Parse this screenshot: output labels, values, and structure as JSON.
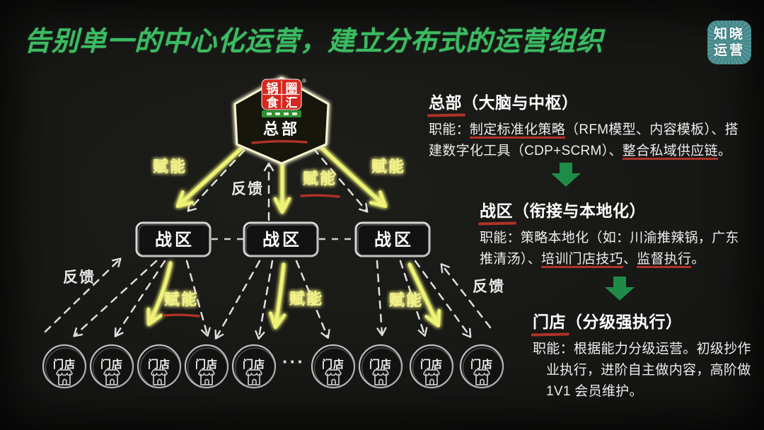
{
  "header": {
    "title": "告别单一的中心化运营，建立分布式的运营组织",
    "badge": {
      "line1": "知晓",
      "line2": "运营"
    }
  },
  "diagram": {
    "hq_label": "总部",
    "brand": {
      "chars": [
        "锅",
        "圈",
        "食",
        "汇"
      ],
      "registered": "®"
    },
    "zones": [
      "战区",
      "战区",
      "战区"
    ],
    "stores": [
      "门店",
      "门店",
      "门店",
      "门店",
      "门店",
      "门店",
      "门店",
      "门店",
      "门店"
    ],
    "ellipsis": "···",
    "labels": {
      "empower": "赋能",
      "feedback": "反馈"
    }
  },
  "panel": {
    "blocks": [
      {
        "term": "总部",
        "rest": "（大脑与中枢）",
        "body": [
          {
            "t": "职能：",
            "u": false
          },
          {
            "t": "制定标准化策略",
            "u": true
          },
          {
            "t": "（RFM模型、内容模板）、搭建数字化工具（CDP+SCRM）、",
            "u": false
          },
          {
            "t": "整合私域供应链",
            "u": true
          },
          {
            "t": "。",
            "u": false
          }
        ]
      },
      {
        "term": "战区",
        "rest": "（衔接与本地化）",
        "body": [
          {
            "t": "职能：策略本地化（如：川渝推辣锅，广东推清汤）、",
            "u": false
          },
          {
            "t": "培训门店技巧",
            "u": true
          },
          {
            "t": "、",
            "u": false
          },
          {
            "t": "监督执行",
            "u": true
          },
          {
            "t": "。",
            "u": false
          }
        ]
      },
      {
        "term": "门店",
        "rest": "（分级强执行）",
        "body": [
          {
            "t": "职能：根据能力分级运营。初级抄作业执行，进阶自主做内容，高阶做 1V1 会员维护。",
            "u": false
          }
        ]
      }
    ]
  },
  "colors": {
    "title_green": "#3cbb62",
    "neon_yellow": "#eef276",
    "label_yellow": "#f3f28a",
    "arrow_green": "#1f8b48",
    "underline_red": "#b03226",
    "badge_teal": "#44898b",
    "brand_red": "#d6281e",
    "brand_strip_green": "#2f8f2f",
    "bg": "#141412",
    "txt": "#f2f2f2"
  }
}
